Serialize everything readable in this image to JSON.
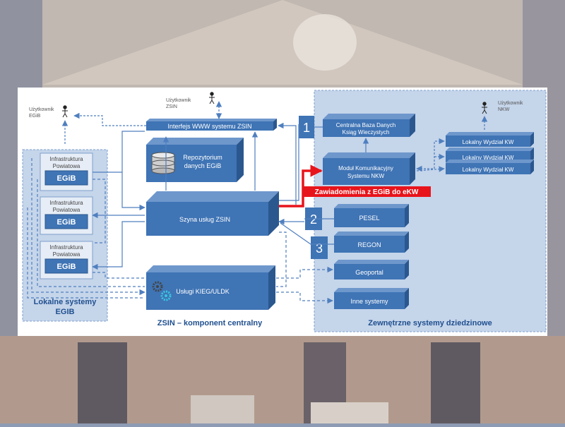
{
  "users": {
    "egib": [
      "Użytkownik",
      "EGiB"
    ],
    "zsin": [
      "Użytkownik",
      "ZSIN"
    ],
    "nkw": [
      "Użytkownik",
      "NKW"
    ]
  },
  "central": {
    "interfejs": "Interfejs WWW systemu ZSIN",
    "repozytorium": [
      "Repozytorium",
      "danych EGiB"
    ],
    "szyna": "Szyna usług ZSIN",
    "uslugi": "Usługi KIEG/ULDK",
    "caption": "ZSIN – komponent centralny"
  },
  "local": {
    "infra_label": [
      "Infrastruktura",
      "Powiatowa"
    ],
    "egib_label": "EGiB",
    "caption": [
      "Lokalne systemy",
      "EGIB"
    ]
  },
  "external": {
    "cbd": [
      "Centralna Baza Danych",
      "Ksiąg Wieczystych"
    ],
    "modul": [
      "Moduł Komunikacyjny",
      "Systemu NKW"
    ],
    "lokalny_kw": "Lokalny Wydział KW",
    "pesel": "PESEL",
    "regon": "REGON",
    "geoportal": "Geoportal",
    "inne": "Inne systemy",
    "caption": "Zewnętrzne systemy dziedzinowe"
  },
  "badges": [
    "1",
    "2",
    "3"
  ],
  "notice": "Zawiadomienia z EGiB do eKW",
  "colors": {
    "box": "#3f74b5",
    "box_side": "#2b578f",
    "panel_fill": "#c5d5ea",
    "panel_border": "#7ea0cc",
    "arrow": "#4f7fbf",
    "notice": "#e8141b"
  }
}
